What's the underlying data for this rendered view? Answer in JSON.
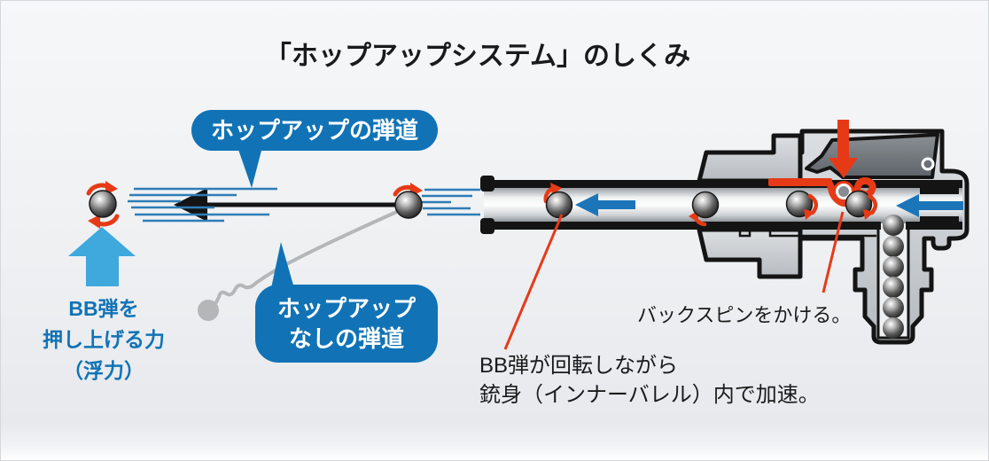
{
  "title": "「ホップアップシステム」のしくみ",
  "labels": {
    "hopup_trajectory": "ホップアップの弾道",
    "no_hopup_line1": "ホップアップ",
    "no_hopup_line2": "なしの弾道",
    "lift_line1": "BB弾を",
    "lift_line2": "押し上げる力",
    "lift_line3": "（浮力）",
    "backspin": "バックスピンをかける。",
    "accelerate_line1": "BB弾が回転しながら",
    "accelerate_line2": "銃身（インナーバレル）内で加速。"
  },
  "icons": {
    "bb-ball": "dark-sphere",
    "spin-arrow": "curved-red-arrow",
    "lift-arrow": "light-blue-block-arrow-up",
    "trajectory-arrow": "black-line-arrow-left",
    "no-hopup-curve": "gray-falling-curve",
    "feed-arrow": "blue-block-arrow-left",
    "adjustment-arrow": "red-block-arrow-down",
    "hopup-rubber": "red-rubber-packing",
    "speed-lines": "blue-motion-lines"
  },
  "colors": {
    "bubble_blue": "#1173b6",
    "lift_arrow_blue": "#3fa8dc",
    "flow_arrow_blue": "#1c75b9",
    "speed_line_blue": "#2e7db8",
    "accent_red": "#e63a17",
    "text_black": "#1a1a1a",
    "trajectory_gray": "#b4b6b8",
    "gun_body_gray": "#c9cdd1"
  }
}
